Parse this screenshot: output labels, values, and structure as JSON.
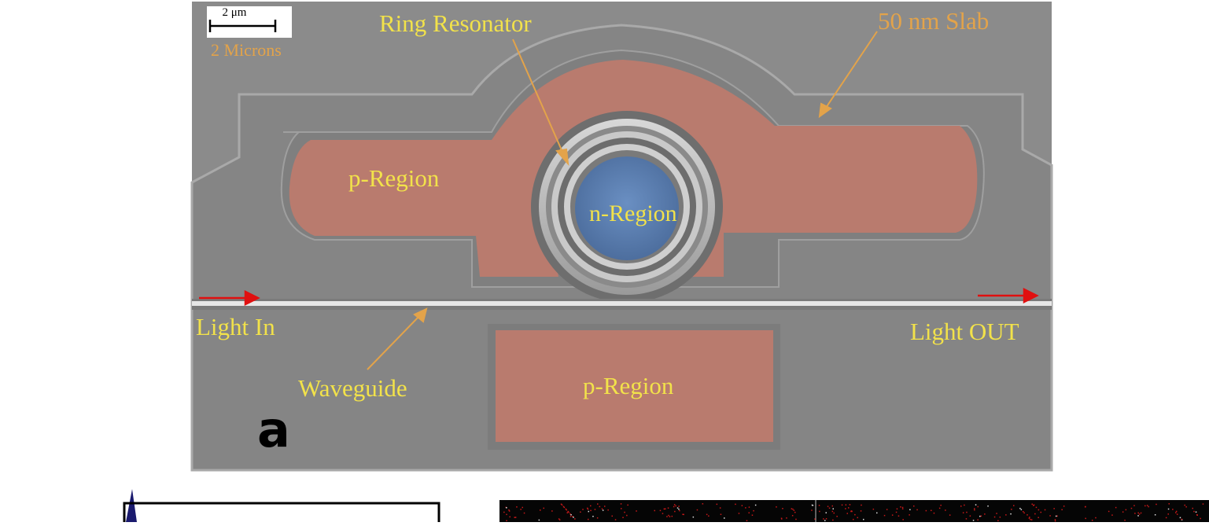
{
  "figure": {
    "panel_letter": "a",
    "scale_bar": {
      "bar_text": "2 μm",
      "caption": "2 Microns"
    },
    "labels": {
      "ring_resonator": "Ring Resonator",
      "slab": "50 nm Slab",
      "p_region_left": "p-Region",
      "n_region": "n-Region",
      "p_region_bottom": "p-Region",
      "light_in": "Light In",
      "light_out": "Light OUT",
      "waveguide": "Waveguide"
    },
    "colors": {
      "substrate": "#8a8a8a",
      "p_region": "#b97b6e",
      "n_region": "#5b7fb0",
      "label_yellow": "#f2e24a",
      "label_orange": "#e3a34a",
      "arrow_red": "#e01010"
    }
  }
}
